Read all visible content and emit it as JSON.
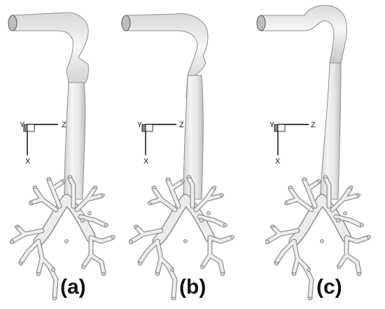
{
  "panels": [
    {
      "label": "(a)",
      "axes": {
        "y": "Y",
        "z": "Z",
        "x": "X"
      }
    },
    {
      "label": "(b)",
      "axes": {
        "y": "Y",
        "z": "Z",
        "x": "X"
      }
    },
    {
      "label": "(c)",
      "axes": {
        "y": "Y",
        "z": "Z",
        "x": "X"
      }
    }
  ],
  "colors": {
    "airway_fill": "#e9e9e9",
    "airway_stroke": "#8e8e8e",
    "inlet_fill": "#bdbdbd",
    "axis": "#000000",
    "axis_box_fill": "#b8b8b8"
  }
}
